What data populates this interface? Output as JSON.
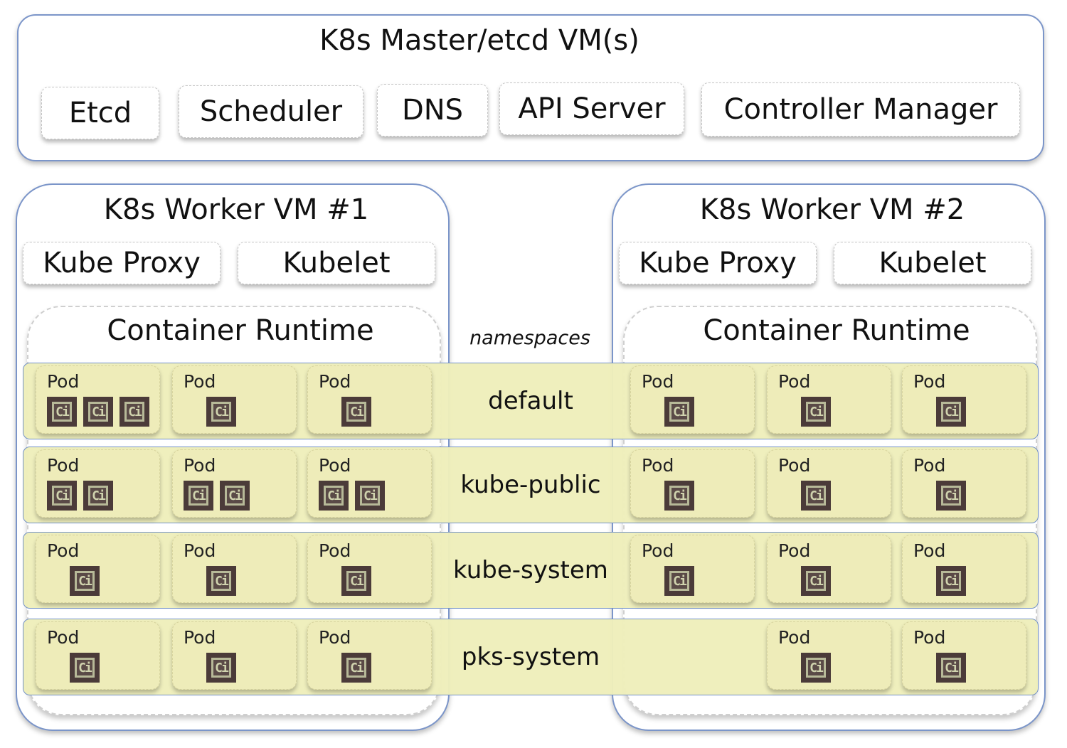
{
  "master": {
    "title": "K8s Master/etcd VM(s)",
    "components": [
      "Etcd",
      "Scheduler",
      "DNS",
      "API Server",
      "Controller Manager"
    ]
  },
  "workers": [
    {
      "title": "K8s Worker VM #1",
      "components": [
        "Kube Proxy",
        "Kubelet"
      ],
      "runtime": "Container Runtime"
    },
    {
      "title": "K8s Worker VM #2",
      "components": [
        "Kube Proxy",
        "Kubelet"
      ],
      "runtime": "Container Runtime"
    }
  ],
  "namespaces_heading": "namespaces",
  "namespaces": [
    {
      "name": "default",
      "worker1_pods": [
        {
          "label": "Pod",
          "containers": 3
        },
        {
          "label": "Pod",
          "containers": 1
        },
        {
          "label": "Pod",
          "containers": 1
        }
      ],
      "worker2_pods": [
        {
          "label": "Pod",
          "containers": 1
        },
        {
          "label": "Pod",
          "containers": 1
        },
        {
          "label": "Pod",
          "containers": 1
        }
      ]
    },
    {
      "name": "kube-public",
      "worker1_pods": [
        {
          "label": "Pod",
          "containers": 2
        },
        {
          "label": "Pod",
          "containers": 2
        },
        {
          "label": "Pod",
          "containers": 2
        }
      ],
      "worker2_pods": [
        {
          "label": "Pod",
          "containers": 1
        },
        {
          "label": "Pod",
          "containers": 1
        },
        {
          "label": "Pod",
          "containers": 1
        }
      ]
    },
    {
      "name": "kube-system",
      "worker1_pods": [
        {
          "label": "Pod",
          "containers": 1
        },
        {
          "label": "Pod",
          "containers": 1
        },
        {
          "label": "Pod",
          "containers": 1
        }
      ],
      "worker2_pods": [
        {
          "label": "Pod",
          "containers": 1
        },
        {
          "label": "Pod",
          "containers": 1
        },
        {
          "label": "Pod",
          "containers": 1
        }
      ]
    },
    {
      "name": "pks-system",
      "worker1_pods": [
        {
          "label": "Pod",
          "containers": 1
        },
        {
          "label": "Pod",
          "containers": 1
        },
        {
          "label": "Pod",
          "containers": 1
        }
      ],
      "worker2_pods": [
        null,
        {
          "label": "Pod",
          "containers": 1
        },
        {
          "label": "Pod",
          "containers": 1
        }
      ]
    }
  ],
  "container_glyph": "Ci",
  "colors": {
    "vm_border": "#7b95c9",
    "namespace_fill": "#efefbb",
    "pod_fill": "#eeecb9",
    "container_icon": "#4b3b39"
  }
}
